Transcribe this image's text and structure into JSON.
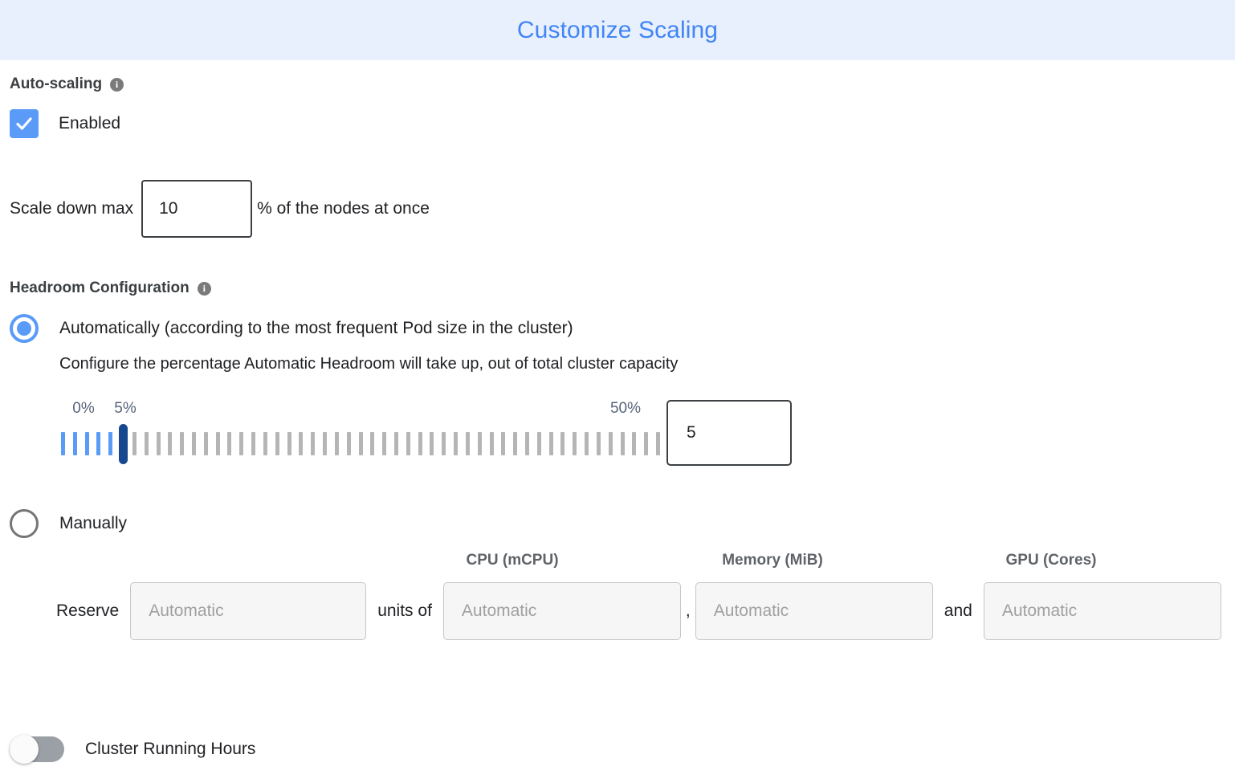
{
  "header": {
    "title": "Customize Scaling",
    "bg_color": "#e8f0fe",
    "title_color": "#4285f4"
  },
  "auto_scaling": {
    "section_label": "Auto-scaling",
    "info_icon": "info-icon",
    "checkbox_label": "Enabled",
    "checkbox_checked": true,
    "checkbox_color": "#5b9bf8"
  },
  "scale_down": {
    "label": "Scale down max",
    "value": "10",
    "suffix": "% of the nodes at once"
  },
  "headroom": {
    "section_label": "Headroom Configuration",
    "info_icon": "info-icon",
    "auto_option_label": "Automatically (according to the most frequent Pod size in the cluster)",
    "auto_option_selected": true,
    "auto_help_text": "Configure the percentage Automatic Headroom will take up, out of total cluster capacity",
    "manual_option_label": "Manually",
    "manual_option_selected": false
  },
  "slider": {
    "min_label": "0%",
    "max_label": "50%",
    "current_label": "5%",
    "min": 0,
    "max": 50,
    "value": 5,
    "value_box": "5",
    "tick_count": 51,
    "filled_color": "#5b9bf8",
    "empty_color": "#b5b5b5",
    "thumb_color": "#17488f",
    "label_color": "#56637a"
  },
  "reserve": {
    "label": "Reserve",
    "units_of_label": "units of",
    "comma": ",",
    "and_label": "and",
    "columns": [
      {
        "header": "",
        "placeholder": "Automatic",
        "value": ""
      },
      {
        "header": "CPU (mCPU)",
        "placeholder": "Automatic",
        "value": ""
      },
      {
        "header": "Memory (MiB)",
        "placeholder": "Automatic",
        "value": ""
      },
      {
        "header": "GPU (Cores)",
        "placeholder": "Automatic",
        "value": ""
      }
    ]
  },
  "cluster_running_hours": {
    "label": "Cluster Running Hours",
    "enabled": false
  }
}
